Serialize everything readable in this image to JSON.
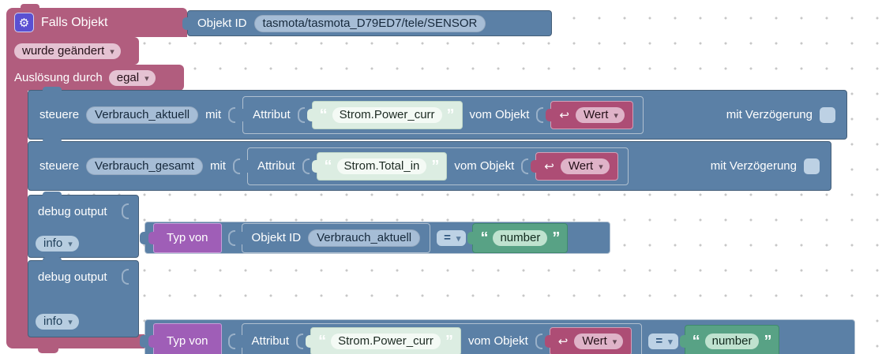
{
  "glyphs": {
    "gear": "⚙",
    "quote_open": "“",
    "quote_close": "”"
  },
  "colors": {
    "trigger_pink": "#b15d7e",
    "action_blue": "#5b80a6",
    "typeof_purple": "#9f5eb7",
    "string_green": "#58a285",
    "shadow_string": "#dcede2",
    "value_pink": "#ad4d75",
    "field_blue": "#a6bdd6",
    "grid_dot": "#c7c7c7"
  },
  "trigger_block": {
    "title": "Falls Objekt",
    "event_dropdown": "wurde geändert",
    "trigger_label": "Auslösung durch",
    "trigger_value": "egal",
    "object": {
      "label": "Objekt ID",
      "value": "tasmota/tasmota_D79ED7/tele/SENSOR"
    }
  },
  "control_blocks": [
    {
      "verb": "steuere",
      "target": "Verbrauch_aktuell",
      "with_label": "mit",
      "attribute_label": "Attribut",
      "attribute_value": "Strom.Power_curr",
      "from_label": "vom Objekt",
      "value_arrow": "↩",
      "value_dropdown": "Wert",
      "delay_label": "mit Verzögerung"
    },
    {
      "verb": "steuere",
      "target": "Verbrauch_gesamt",
      "with_label": "mit",
      "attribute_label": "Attribut",
      "attribute_value": "Strom.Total_in",
      "from_label": "vom Objekt",
      "value_arrow": "↩",
      "value_dropdown": "Wert",
      "delay_label": "mit Verzögerung"
    }
  ],
  "debug_blocks": [
    {
      "label": "debug output",
      "level": "info",
      "typeof_label": "Typ von",
      "operand_label": "Objekt ID",
      "operand_value": "Verbrauch_aktuell",
      "operator": "=",
      "compare_value": "number"
    },
    {
      "label": "debug output",
      "level": "info",
      "typeof_label": "Typ von",
      "attribute_label": "Attribut",
      "attribute_value": "Strom.Power_curr",
      "from_label": "vom Objekt",
      "value_arrow": "↩",
      "value_dropdown": "Wert",
      "operator": "=",
      "compare_value": "number"
    }
  ]
}
